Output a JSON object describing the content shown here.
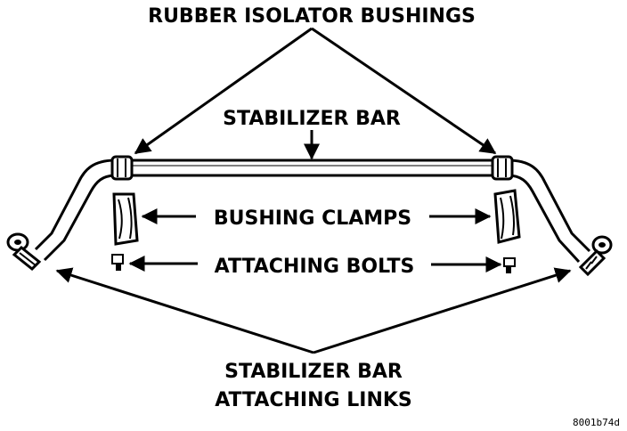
{
  "labels": {
    "rubber_isolator_bushings": "RUBBER ISOLATOR BUSHINGS",
    "stabilizer_bar": "STABILIZER BAR",
    "bushing_clamps": "BUSHING CLAMPS",
    "attaching_bolts": "ATTACHING BOLTS",
    "attaching_links_line1": "STABILIZER BAR",
    "attaching_links_line2": "ATTACHING LINKS"
  },
  "reference_code": "8001b74d",
  "colors": {
    "ink": "#000000",
    "paper": "#ffffff"
  }
}
